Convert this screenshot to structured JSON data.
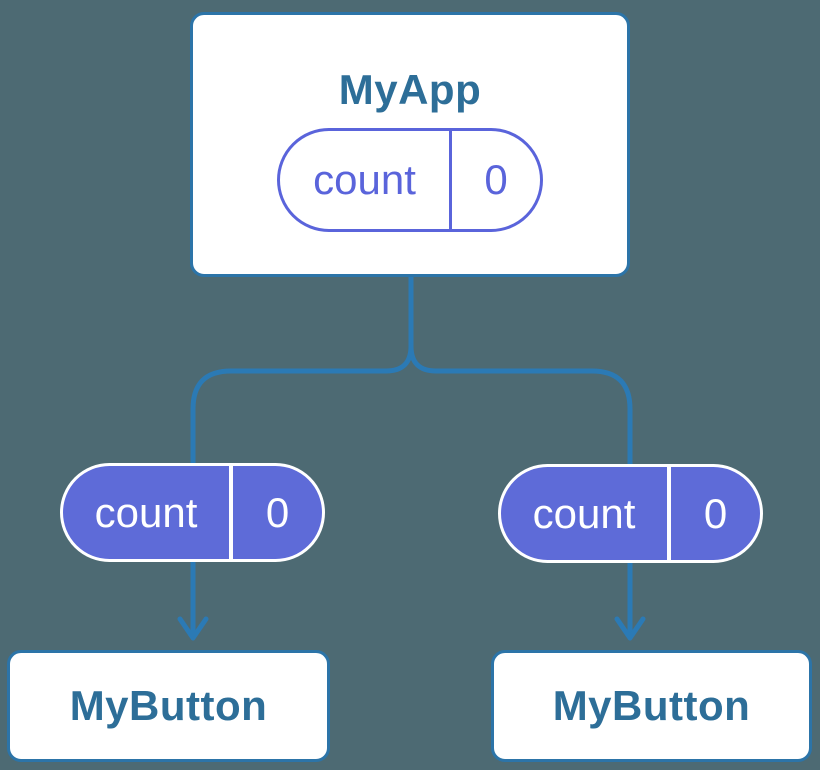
{
  "diagram": {
    "type": "component-tree",
    "background_color": "#4D6A73",
    "connector_color": "#2B7AB5",
    "node": {
      "fill_color": "#FFFFFF",
      "border_color": "#2C74A8",
      "title_color": "#2D6E98"
    },
    "state_pill": {
      "outline_color": "#5A64DB",
      "filled_color": "#5E6BD8",
      "filled_text_color": "#FFFFFF"
    },
    "root": {
      "title": "MyApp",
      "pill_style": "outline",
      "state": {
        "name": "count",
        "value": "0"
      }
    },
    "children": [
      {
        "title": "MyButton",
        "pill_style": "filled",
        "state": {
          "name": "count",
          "value": "0"
        }
      },
      {
        "title": "MyButton",
        "pill_style": "filled",
        "state": {
          "name": "count",
          "value": "0"
        }
      }
    ]
  }
}
